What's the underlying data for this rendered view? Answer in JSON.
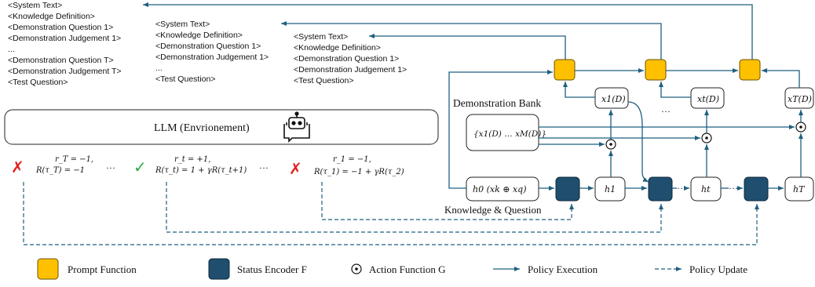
{
  "prompt_blocks": [
    {
      "lines": [
        "<System Text>",
        "<Knowledge Definition>",
        "<Demonstration Question 1>",
        "<Demonstration Judgement 1>",
        "...",
        "<Demonstration Question T>",
        "<Demonstration Judgement T>",
        "<Test Question>"
      ]
    },
    {
      "lines": [
        "<System Text>",
        "<Knowledge Definition>",
        "<Demonstration Question 1>",
        "<Demonstration Judgement 1>",
        "...",
        "<Test Question>"
      ]
    },
    {
      "lines": [
        "<System Text>",
        "<Knowledge Definition>",
        "<Demonstration Question 1>",
        "<Demonstration Judgement 1>",
        "<Test Question>"
      ]
    }
  ],
  "llm_label": "LLM (Envrionement)",
  "rewards": [
    {
      "line1": "r_T = −1,",
      "line2": "R(τ_T) = −1",
      "mark": "✗"
    },
    {
      "line1": "r_t = +1,",
      "line2": "R(τ_t) = 1 + γR(τ_t+1)",
      "mark": "✓"
    },
    {
      "line1": "r_1 = −1,",
      "line2": "R(τ_1) = −1 + γR(τ_2)",
      "mark": "✗"
    }
  ],
  "ellipsis": "···",
  "demo_bank_label": "Demonstration Bank",
  "demo_bank_content": "{x1(D) … xM(D)}",
  "demo_nodes": [
    "x1(D)",
    "xt(D)",
    "xT(D)"
  ],
  "h0_label": "h0 (xk ⊕ xq)",
  "hidden_nodes": [
    "h1",
    "ht",
    "hT"
  ],
  "kq_label": "Knowledge & Question",
  "legend": {
    "prompt": "Prompt Function",
    "encoder": "Status Encoder F",
    "action": "Action Function G",
    "execution": "Policy Execution",
    "update": "Policy Update"
  },
  "colors": {
    "prompt": "#FFC000",
    "encoder": "#1F4E6E",
    "line": "#1F5F7F"
  }
}
